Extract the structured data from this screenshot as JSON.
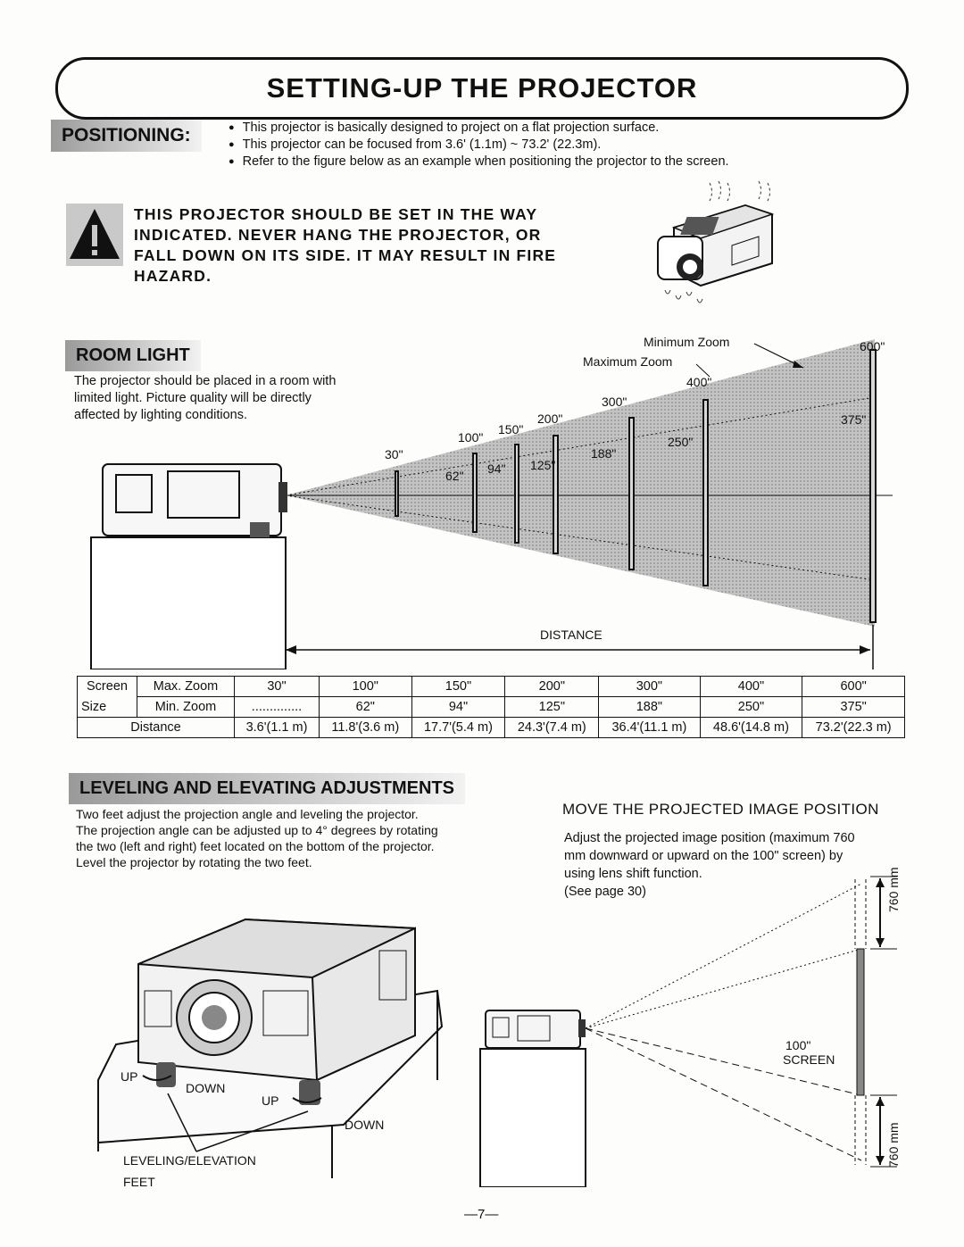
{
  "title": "SETTING-UP THE PROJECTOR",
  "positioning": {
    "heading": "POSITIONING:",
    "bullets": [
      "This projector is basically designed to project on a flat projection surface.",
      "This projector can be focused from 3.6' (1.1m) ~ 73.2' (22.3m).",
      "Refer to the figure below as an example when positioning the projector to the screen."
    ]
  },
  "warning": {
    "lines": [
      "THIS PROJECTOR SHOULD BE SET IN THE WAY",
      "INDICATED. NEVER HANG THE PROJECTOR, OR",
      "FALL DOWN ON ITS SIDE. IT MAY RESULT IN FIRE",
      "HAZARD."
    ]
  },
  "room_light": {
    "heading": "ROOM LIGHT",
    "lines": [
      "The projector should be placed in a room with",
      "limited light. Picture quality will be directly",
      "affected by lighting conditions."
    ]
  },
  "diagram": {
    "minimum_zoom": "Minimum Zoom",
    "maximum_zoom": "Maximum Zoom",
    "distance": "DISTANCE",
    "max_sizes": [
      "30\"",
      "100\"",
      "150\"",
      "200\"",
      "300\"",
      "400\"",
      "600\""
    ],
    "min_sizes": [
      "62\"",
      "94\"",
      "125\"",
      "188\"",
      "250\"",
      "375\""
    ]
  },
  "table": {
    "screen": "Screen",
    "size": "Size",
    "max_zoom": "Max. Zoom",
    "min_zoom": "Min. Zoom",
    "distance": "Distance",
    "dash": "..............",
    "max_row": [
      "30\"",
      "100\"",
      "150\"",
      "200\"",
      "300\"",
      "400\"",
      "600\""
    ],
    "min_row": [
      "62\"",
      "94\"",
      "125\"",
      "188\"",
      "250\"",
      "375\""
    ],
    "distance_row": [
      "3.6'(1.1 m)",
      "11.8'(3.6 m)",
      "17.7'(5.4 m)",
      "24.3'(7.4 m)",
      "36.4'(11.1 m)",
      "48.6'(14.8 m)",
      "73.2'(22.3 m)"
    ]
  },
  "leveling": {
    "heading": "LEVELING AND ELEVATING ADJUSTMENTS",
    "lines": [
      "Two feet adjust the projection angle and leveling the projector.",
      "The projection angle can be adjusted up to 4° degrees by rotating",
      "the two (left and right) feet located on the bottom of the projector.",
      "Level the projector by rotating the two feet."
    ],
    "up": "UP",
    "down": "DOWN",
    "feet_label_1": "LEVELING/ELEVATION",
    "feet_label_2": "FEET"
  },
  "move": {
    "heading": "MOVE THE PROJECTED IMAGE POSITION",
    "lines": [
      "Adjust the projected image position (maximum 760",
      "mm downward or upward on the 100\" screen) by",
      "using lens shift function.",
      "(See page 30)"
    ],
    "screen_1": "100\"",
    "screen_2": "SCREEN",
    "mm": "760 mm"
  },
  "page_number": "—7—"
}
